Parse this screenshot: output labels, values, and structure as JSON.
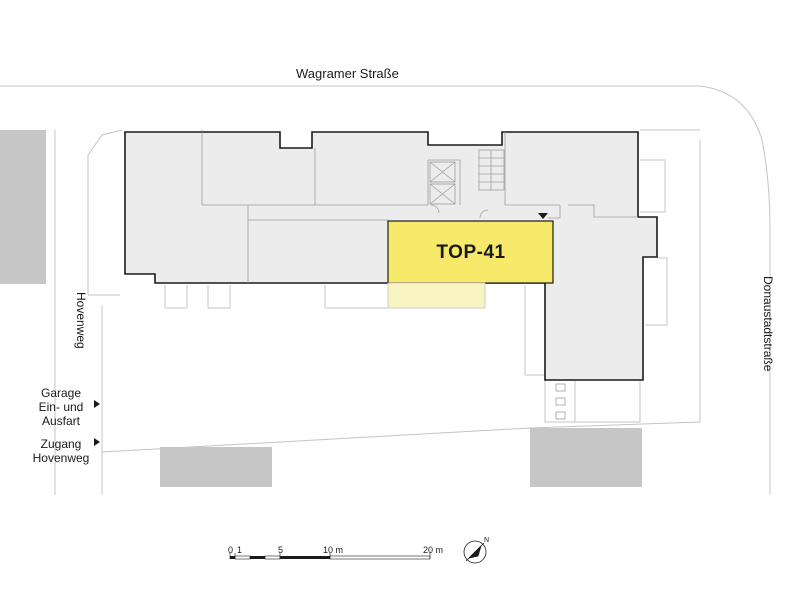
{
  "streets": {
    "top": "Wagramer Straße",
    "left": "Hovenweg",
    "right": "Donaustadtstraße"
  },
  "entrances": {
    "garage": "Garage Ein- und Ausfart",
    "zugang": "Zugang Hovenweg"
  },
  "unit": {
    "label": "TOP-41",
    "highlight_color": "#f7e96a",
    "balcony_color": "#faf3c2"
  },
  "scale_bar": {
    "ticks": [
      "0",
      "1",
      "5",
      "10 m",
      "20 m"
    ]
  },
  "colors": {
    "building_fill": "#ececec",
    "neighbor_fill": "#c6c6c6",
    "outline": "#1a1a1a",
    "thin_line": "#c4c4c4"
  },
  "icons": {
    "arrow": "triangle-right-icon",
    "north": "north-arrow-icon",
    "entry": "entry-marker-icon"
  }
}
